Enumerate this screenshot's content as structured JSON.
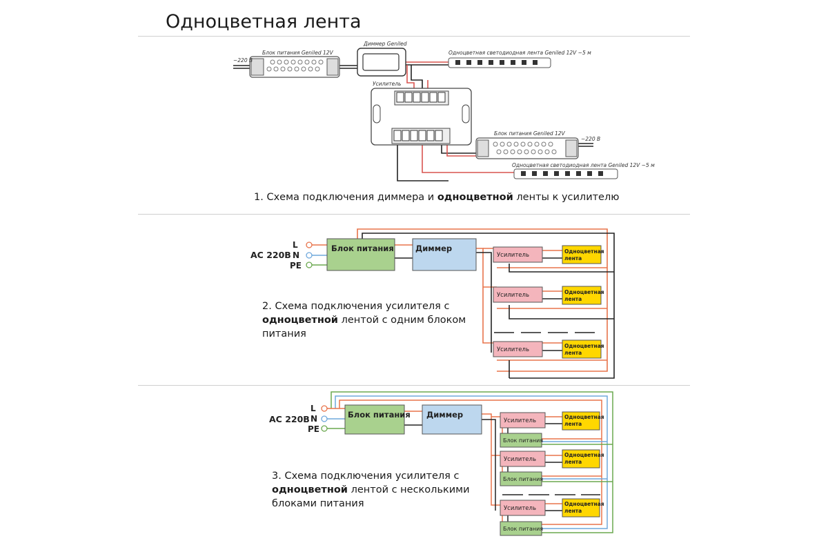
{
  "title": "Одноцветная лента",
  "scheme1": {
    "caption_pre": "1. Схема подключения диммера и ",
    "caption_bold": "одноцветной",
    "caption_post": " ленты к усилителю",
    "labels": {
      "psu_top": "Блок питания Geniled 12V",
      "dimmer": "Диммер Geniled",
      "strip_top": "Одноцветная светодиодная лента Geniled 12V ~5 м",
      "amplifier": "Усилитель",
      "psu_bottom": "Блок питания Geniled 12V",
      "strip_bottom": "Одноцветная светодиодная лента Geniled 12V ~5 м",
      "ac_left": "~220 В",
      "ac_right": "~220 В"
    }
  },
  "scheme2": {
    "caption_line1": "2. Схема подключения усилителя с",
    "caption_line2_bold": "одноцветной",
    "caption_line2_rest": " лентой с одним блоком",
    "caption_line3": "питания",
    "ac": "AC 220В",
    "terminals": [
      "L",
      "N",
      "PE"
    ],
    "psu": "Блок питания",
    "dimmer": "Диммер",
    "amplifier": "Усилитель",
    "strip_line1": "Одноцветная",
    "strip_line2": "лента"
  },
  "scheme3": {
    "caption_line1": "3. Схема подключения усилителя с",
    "caption_line2_bold": "одноцветной",
    "caption_line2_rest": " лентой с несколькими",
    "caption_line3": "блоками питания",
    "ac": "AC 220В",
    "terminals": [
      "L",
      "N",
      "PE"
    ],
    "psu": "Блок питания",
    "dimmer": "Диммер",
    "amplifier": "Усилитель",
    "small_psu": "Блок питания",
    "strip_line1": "Одноцветная",
    "strip_line2": "лента"
  },
  "colors": {
    "psu": "#a9d18e",
    "dimmer": "#bdd7ee",
    "amplifier": "#f4b5bc",
    "strip": "#ffd700",
    "wire_red": "#e8734a",
    "wire_blue": "#6fa8dc",
    "wire_green": "#6aa84f",
    "wire_black": "#222222"
  }
}
